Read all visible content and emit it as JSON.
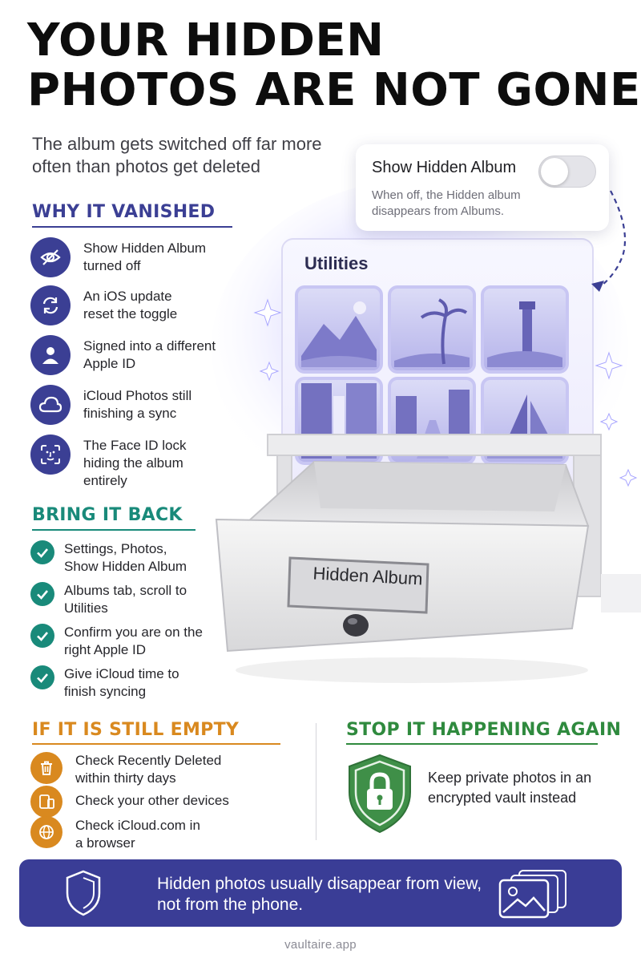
{
  "headline": {
    "line1": "YOUR HIDDEN",
    "line2": "PHOTOS ARE NOT GONE"
  },
  "subtitle": "The album gets switched off far more often than photos get deleted",
  "toggle_card": {
    "title": "Show Hidden Album",
    "state": "off",
    "description": "When off, the Hidden album disappears from Albums."
  },
  "illustration": {
    "panel_title": "Utilities",
    "drawer_label": "Hidden Album"
  },
  "why_section": {
    "title": "WHY IT VANISHED",
    "color": "#3b3f94",
    "items": [
      {
        "icon": "eye-off-icon",
        "text": "Show Hidden Album turned off"
      },
      {
        "icon": "refresh-icon",
        "text": "An iOS update reset the toggle"
      },
      {
        "icon": "person-icon",
        "text": "Signed into a different Apple ID"
      },
      {
        "icon": "cloud-icon",
        "text": "iCloud Photos still finishing a sync"
      },
      {
        "icon": "face-id-icon",
        "text": "The Face ID lock hiding the album entirely"
      }
    ]
  },
  "fix_section": {
    "title": "BRING IT BACK",
    "color": "#198a7a",
    "items": [
      {
        "icon": "check-icon",
        "text": "Settings, Photos, Show Hidden Album"
      },
      {
        "icon": "check-icon",
        "text": "Albums tab, scroll to Utilities"
      },
      {
        "icon": "check-icon",
        "text": "Confirm you are on the right Apple ID"
      },
      {
        "icon": "check-icon",
        "text": "Give iCloud time to finish syncing"
      }
    ]
  },
  "empty_section": {
    "title": "IF IT IS STILL EMPTY",
    "color": "#d9891f",
    "items": [
      {
        "icon": "trash-icon",
        "text": "Check Recently Deleted within thirty days"
      },
      {
        "icon": "devices-icon",
        "text": "Check your other devices"
      },
      {
        "icon": "globe-icon",
        "text": "Check iCloud.com in a browser"
      }
    ]
  },
  "stop_section": {
    "title": "STOP IT HAPPENING AGAIN",
    "color": "#2f8a3e",
    "text": "Keep private photos in an encrypted vault instead"
  },
  "banner": {
    "text": "Hidden photos usually disappear from view, not from the phone."
  },
  "footer": "vaultaire.app"
}
